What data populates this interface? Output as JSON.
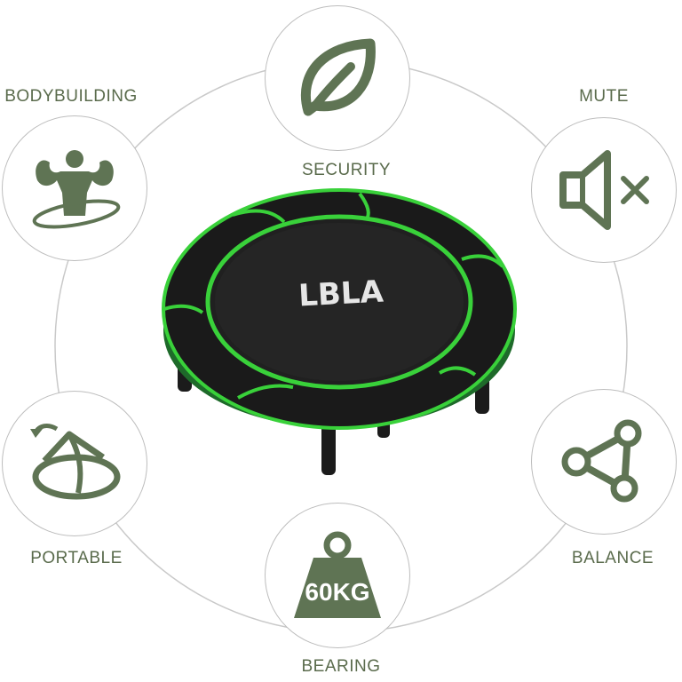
{
  "accent_color": "#5f7454",
  "brand": {
    "logo_text": "LBLA"
  },
  "features": [
    {
      "id": "security",
      "label": "SECURITY",
      "icon": "leaf-icon"
    },
    {
      "id": "mute",
      "label": "MUTE",
      "icon": "speaker-mute-icon"
    },
    {
      "id": "balance",
      "label": "BALANCE",
      "icon": "share-nodes-icon"
    },
    {
      "id": "bearing",
      "label": "BEARING",
      "icon": "weight-icon",
      "badge": "60KG"
    },
    {
      "id": "portable",
      "label": "PORTABLE",
      "icon": "fold-icon"
    },
    {
      "id": "bodybuilding",
      "label": "BODYBUILDING",
      "icon": "muscle-man-icon"
    }
  ]
}
